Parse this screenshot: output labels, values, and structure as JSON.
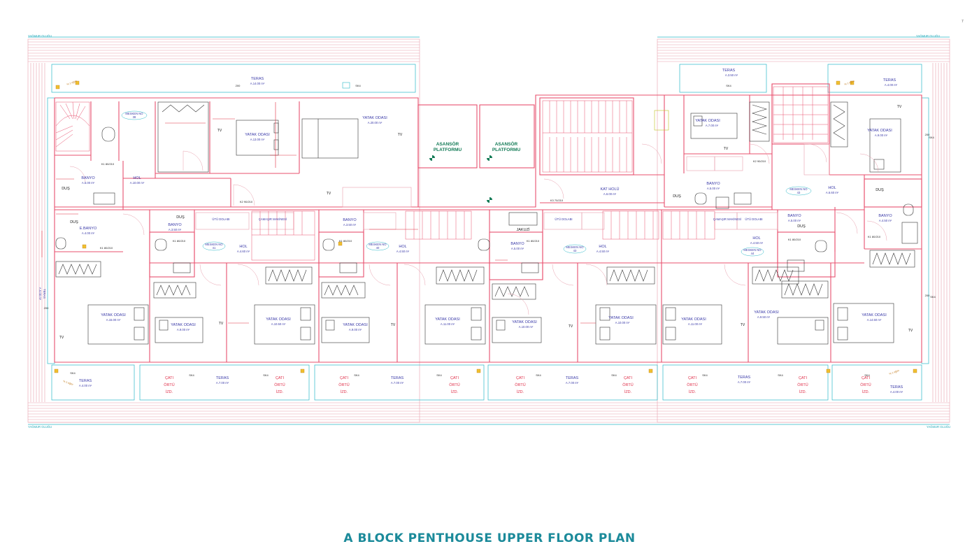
{
  "title": "A BLOCK PENTHOUSE UPPER FLOOR PLAN",
  "corner_mark": "7",
  "gutter_labels": {
    "tl": "YAĞMUR OLUĞU",
    "tr": "YAĞMUR OLUĞU",
    "bl": "YAĞMUR OLUĞU",
    "br": "YAĞMUR OLUĞU"
  },
  "colors": {
    "wall": "#e8506e",
    "cyan": "#2bb8c8",
    "text": "#3a3aa8",
    "title": "#1b8a9a",
    "elevator": "#117a55"
  },
  "rooms": {
    "teras_top_left": "TERAS",
    "teras_top_left_area": "A.14.00 m²",
    "yatak_top_1": "YATAK ODASI",
    "yatak_top_1_area": "A.13.00 m²",
    "yatak_top_2": "YATAK ODASI",
    "yatak_top_2_area": "A.20.00 m²",
    "mesken_top": "MESKEN NO",
    "mesken_top_no": "38",
    "banyo_left": "BANYO",
    "banyo_left_area": "A.5.00 m²",
    "hol_left": "HOL",
    "hol_left_area": "A.10.00 m²",
    "dus_left": "DUŞ",
    "ebanyo": "E.BANYO",
    "ebanyo_area": "A.4.00 m²",
    "asansor_1": "ASANSÖR",
    "asansor_1b": "PLATFORMU",
    "asansor_2": "ASANSÖR",
    "asansor_2b": "PLATFORMU",
    "kat_holu": "KAT HOLÜ",
    "kat_holu_area": "A.6.00 m²",
    "teras_top_right": "TERAS",
    "teras_top_right_area": "A.3.50 m²",
    "teras_top_right2": "TERAS",
    "teras_top_right2_area": "A.4.00 m²",
    "yatak_top_r1": "YATAK ODASI",
    "yatak_top_r1_area": "A.7.00 m²",
    "yatak_top_r2": "YATAK ODASI",
    "yatak_top_r2_area": "A.9.00 m²",
    "banyo_r": "BANYO",
    "banyo_r_area": "A.5.00 m²",
    "hol_r": "HOL",
    "hol_r_area": "A.6.60 m²",
    "mesken_r": "MESKEN NO",
    "mesken_r_no": "43",
    "dus_r": "DUŞ",
    "dus_r2": "DUŞ",
    "banyo_r2": "BANYO",
    "banyo_r2_area": "A.4.50 m²",
    "teras_side_left": "TERAS",
    "teras_side_left_area": "A.6.00 m²",
    "yatak_b1": "YATAK ODASI",
    "yatak_b1_area": "A.15.00 m²",
    "yatak_b2": "YATAK ODASI",
    "yatak_b2_area": "A.9.00 m²",
    "yatak_b3": "YATAK ODASI",
    "yatak_b3_area": "A.10.50 m²",
    "yatak_b4": "YATAK ODASI",
    "yatak_b4_area": "A.9.00 m²",
    "yatak_b5": "YATAK ODASI",
    "yatak_b5_area": "A.11.00 m²",
    "yatak_b6": "YATAK ODASI",
    "yatak_b6_area": "A.10.00 m²",
    "yatak_b7": "YATAK ODASI",
    "yatak_b7_area": "A.10.00 m²",
    "yatak_b8": "YATAK ODASI",
    "yatak_b8_area": "A.11.00 m²",
    "yatak_b9": "YATAK ODASI",
    "yatak_b9_area": "A.9.50 m²",
    "yatak_b10": "YATAK ODASI",
    "yatak_b10_area": "A.14.50 m²",
    "hol_m1": "HOL",
    "hol_m1_area": "A.4.60 m²",
    "hol_m2": "HOL",
    "hol_m2_area": "A.4.50 m²",
    "hol_m3": "HOL",
    "hol_m3_area": "A.4.50 m²",
    "hol_m4": "HOL",
    "hol_m4_area": "A.4.50 m²",
    "banyo_m1": "BANYO",
    "banyo_m1_area": "A.3.50 m²",
    "banyo_m2": "BANYO",
    "banyo_m2_area": "A.3.50 m²",
    "banyo_m3": "BANYO",
    "banyo_m3_area": "A.5.00 m²",
    "banyo_m4": "BANYO",
    "banyo_m4_area": "A.5.00 m²",
    "dus_m1": "DUŞ",
    "dus_m4": "DUŞ",
    "jakuzi": "JAKUZİ",
    "mesken_m1": "MESKEN NO",
    "mesken_m1_no": "41",
    "mesken_m2": "MESKEN NO",
    "mesken_m2_no": "40",
    "mesken_m3": "MESKEN NO",
    "mesken_m3_no": "43",
    "mesken_m4": "MESKEN NO",
    "mesken_m4_no": "44",
    "utu": "ÜTÜ DOLABI",
    "camasir": "ÇAMAŞIR MAKİNESİ",
    "bt1_teras": "TERAS",
    "bt1_area": "A.4.00 m²",
    "bt2_teras": "TERAS",
    "bt2_area": "A.7.00 m²",
    "bt3_teras": "TERAS",
    "bt3_area": "A.7.00 m²",
    "bt4_teras": "TERAS",
    "bt4_area": "A.7.00 m²",
    "bt5_teras": "TERAS",
    "bt5_area": "A.7.00 m²",
    "bt6_teras": "TERAS",
    "bt6_area": "A.4.00 m²",
    "cati_1": "ÇATI",
    "cati_2": "ÖRTÜ",
    "cati_3": "İZD."
  },
  "misc": {
    "tv": "TV",
    "door_k2": "K2 90/210",
    "door_k1": "K1 80/210",
    "door_k3": "K3 70/210",
    "sk4": "SK4",
    "cut_200": "200",
    "slope": "% 1 eğim"
  }
}
